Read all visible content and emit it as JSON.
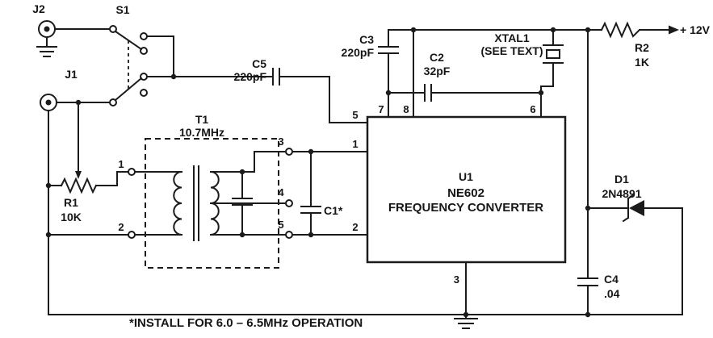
{
  "power_rail": "+ 12V",
  "note": "*INSTALL FOR 6.0 – 6.5MHz OPERATION",
  "components": {
    "j1": {
      "ref": "J1"
    },
    "j2": {
      "ref": "J2"
    },
    "s1": {
      "ref": "S1"
    },
    "r1": {
      "ref": "R1",
      "value": "10K"
    },
    "r2": {
      "ref": "R2",
      "value": "1K"
    },
    "c1": {
      "ref": "C1*"
    },
    "c2": {
      "ref": "C2",
      "value": "32pF"
    },
    "c3": {
      "ref": "C3",
      "value": "220pF"
    },
    "c4": {
      "ref": "C4",
      "value": ".04"
    },
    "c5": {
      "ref": "C5",
      "value": "220pF"
    },
    "t1": {
      "ref": "T1",
      "value": "10.7MHz"
    },
    "xtal1": {
      "ref": "XTAL1",
      "note": "(SEE TEXT)"
    },
    "d1": {
      "ref": "D1",
      "part": "2N4891"
    },
    "u1": {
      "ref": "U1",
      "part": "NE602",
      "desc": "FREQUENCY CONVERTER"
    }
  },
  "u1_pins": {
    "p1": "1",
    "p2": "2",
    "p3": "3",
    "p5": "5",
    "p6": "6",
    "p7": "7",
    "p8": "8"
  },
  "t1_terminals": {
    "t1": "1",
    "t2": "2",
    "t3": "3",
    "t4": "4",
    "t5": "5"
  }
}
